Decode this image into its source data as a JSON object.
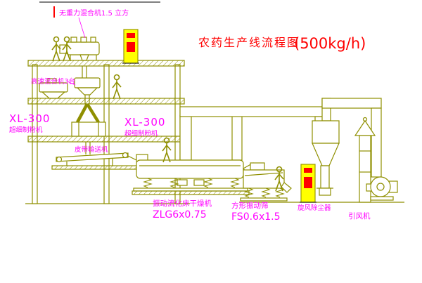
{
  "title": {
    "main": "农药生产线流程图",
    "capacity": "(500kg/h)"
  },
  "labels": {
    "gravity_mixer": "无重力混合机1.5 立方",
    "high_speed_mixer": "高速混合机3台",
    "mill_left_model": "XL-300",
    "mill_left_name": "超细制粉机",
    "mill_center_model": "XL-300",
    "mill_center_name": "超细制粉机",
    "belt_conveyor": "皮带输送机",
    "dryer_name": "振动流化床干燥机",
    "dryer_model": "ZLG6x0.75",
    "sieve_name": "方形振动筛",
    "sieve_model": "FS0.6x1.5",
    "dust_collector": "旋风除尘器",
    "fan": "引风机"
  },
  "colors": {
    "equipment_line": "#8f8f00",
    "label_text": "#ff00ff",
    "title_text": "#ff0000",
    "cabinet_fill": "#ffff00",
    "cabinet_accent": "#ff0000"
  }
}
